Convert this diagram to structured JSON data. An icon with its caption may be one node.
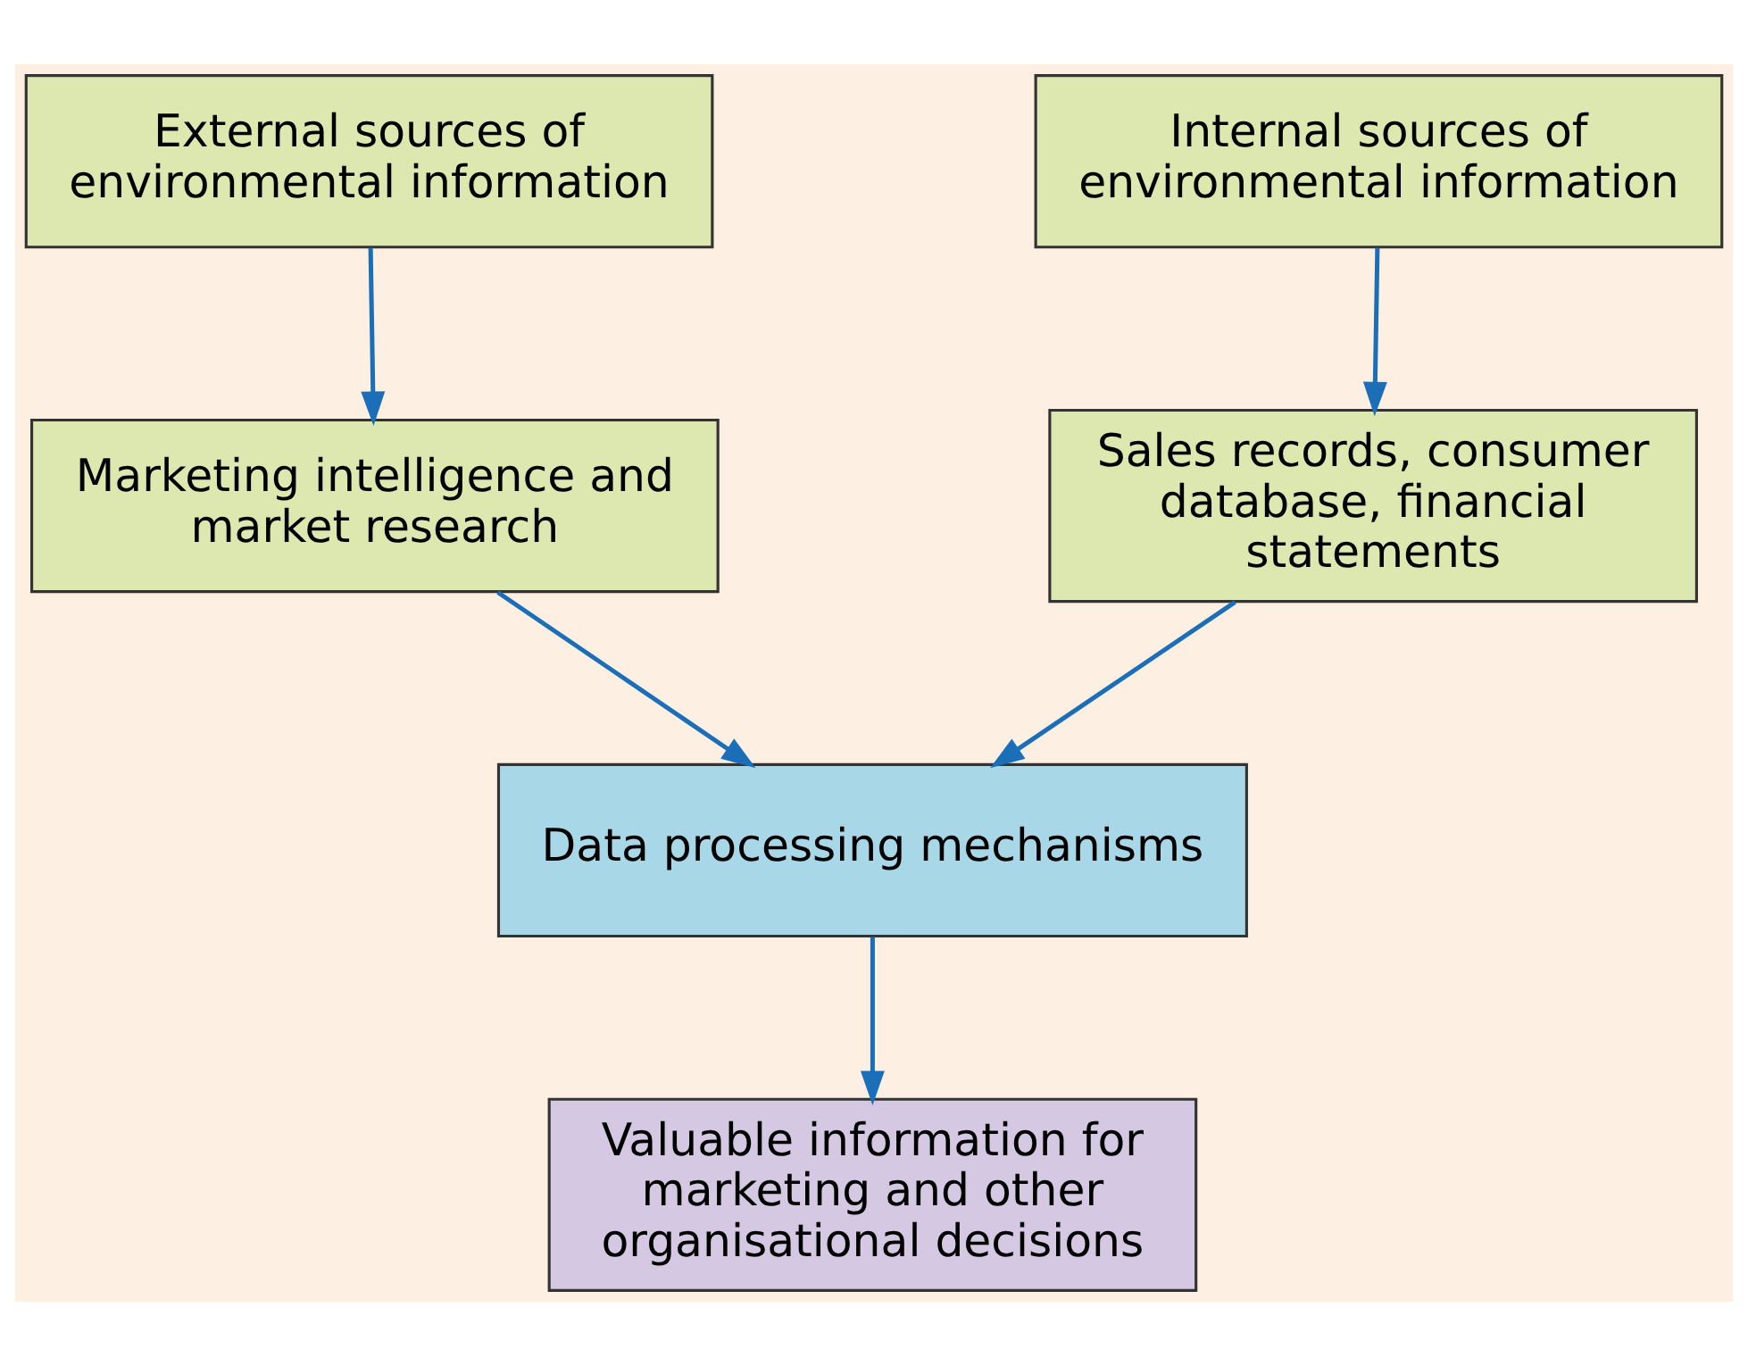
{
  "diagram": {
    "nodes": [
      {
        "text": [
          "External sources of environmental information"
        ]
      },
      {
        "text": [
          "Internal sources of environmental information"
        ]
      },
      {
        "text": [
          "Marketing intelligence and market research"
        ]
      },
      {
        "text": [
          "Sales records, consumer database, financial statements"
        ]
      },
      {
        "text": [
          "Data processing mechanisms"
        ]
      },
      {
        "text": [
          "Valuable information for marketing and other organisational decisions"
        ]
      }
    ],
    "edges": [
      {
        "from": 0,
        "to": 2,
        "arrow": "to"
      },
      {
        "from": 1,
        "to": 3,
        "arrow": "to"
      },
      {
        "from": 2,
        "to": 4,
        "arrow": "to"
      },
      {
        "from": 3,
        "to": 4,
        "arrow": "to"
      },
      {
        "from": 4,
        "to": 5,
        "arrow": "to"
      }
    ]
  }
}
